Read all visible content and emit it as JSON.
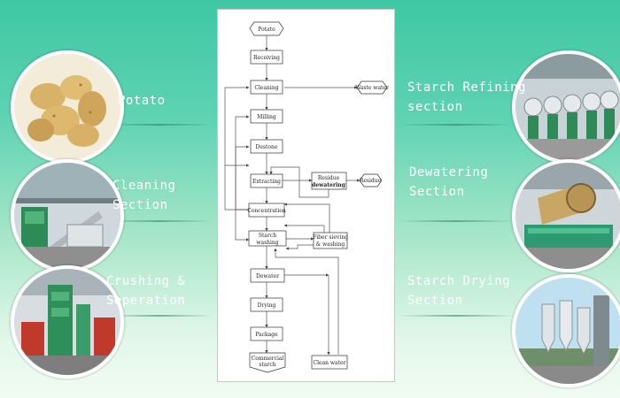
{
  "left_items": [
    {
      "label": "Potato"
    },
    {
      "label_line1": "Cleaning",
      "label_line2": "Section"
    },
    {
      "label_line1": "Crushing &",
      "label_line2": "Seperation"
    }
  ],
  "right_items": [
    {
      "label_line1": "Starch Refining",
      "label_line2": "section"
    },
    {
      "label_line1": "Dewatering",
      "label_line2": "Section"
    },
    {
      "label_line1": "Starch Drying",
      "label_line2": "Section"
    }
  ],
  "flowchart": {
    "potato": "Potato",
    "receiving": "Receiving",
    "cleaning": "Cleaning",
    "waste_water": "Waste water",
    "milling": "Milling",
    "destone": "Destone",
    "extracting": "Extracting",
    "residue_line1": "Residue",
    "residue_line2": "dewatering",
    "residue": "Residue",
    "concentration": "Concentration",
    "starch_line1": "Starch",
    "starch_line2": "washing",
    "fiber_line1": "Fiber sieving",
    "fiber_line2": "& washing",
    "dewater": "Dewater",
    "drying": "Drying",
    "package": "Package",
    "commercial_line1": "Commercial",
    "commercial_line2": "starch",
    "clean_water": "Clean water"
  },
  "colors": {
    "background_top": "#3fc7a4",
    "background_bottom": "#f1fbf3",
    "label_text": "#ffffff"
  }
}
